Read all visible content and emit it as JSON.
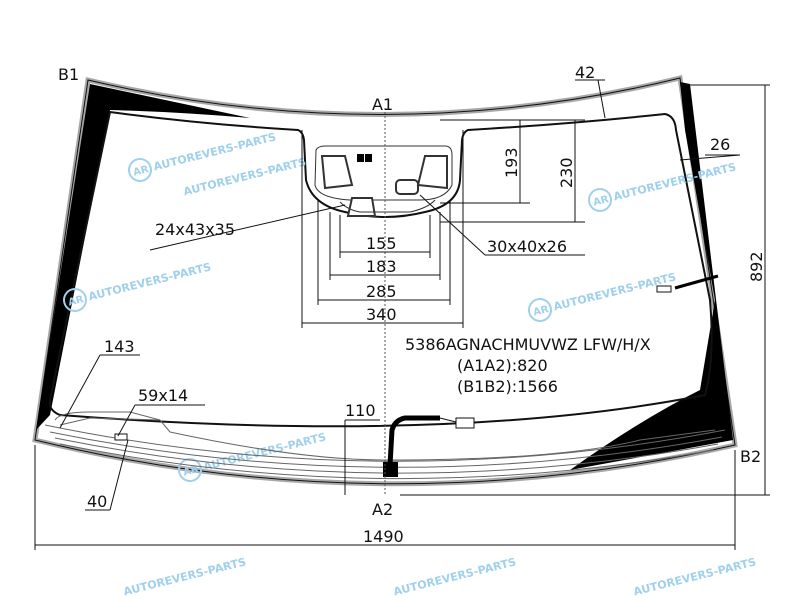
{
  "part_code": "5386AGNACHMUVWZ LFW/H/X",
  "a1a2": "(A1A2):820",
  "b1b2": "(B1B2):1566",
  "points": {
    "a1": "A1",
    "a2": "A2",
    "b1": "B1",
    "b2": "B2"
  },
  "dimensions": {
    "d42": "42",
    "d26": "26",
    "d193": "193",
    "d230": "230",
    "d892": "892",
    "d24x43x35": "24x43x35",
    "d30x40x26": "30x40x26",
    "d155": "155",
    "d183": "183",
    "d285": "285",
    "d340": "340",
    "d143": "143",
    "d59x14": "59x14",
    "d40": "40",
    "d110": "110",
    "d1490": "1490"
  },
  "watermark": "AUTOREVERS-PARTS",
  "colors": {
    "glass_edge": "#a8a8a8",
    "frit": "#000000",
    "watermark": "#9fd0ec"
  }
}
